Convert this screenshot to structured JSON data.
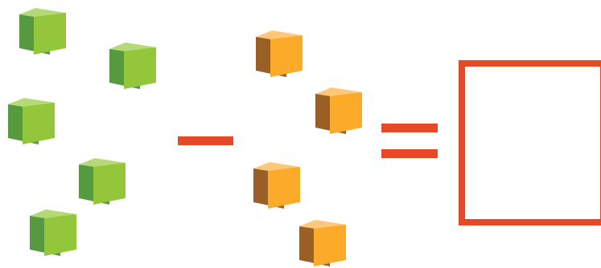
{
  "equation": {
    "minuend": {
      "count": 5,
      "color": "green",
      "top_color": "#b5d977",
      "left_color": "#559a3e",
      "front_color": "#93c63a"
    },
    "subtrahend": {
      "count": 4,
      "color": "orange",
      "top_color": "#ffc878",
      "left_color": "#9a5f24",
      "front_color": "#fbaa2a"
    },
    "operator": "minus",
    "result": "empty-box",
    "accent_color": "#e44a26"
  }
}
